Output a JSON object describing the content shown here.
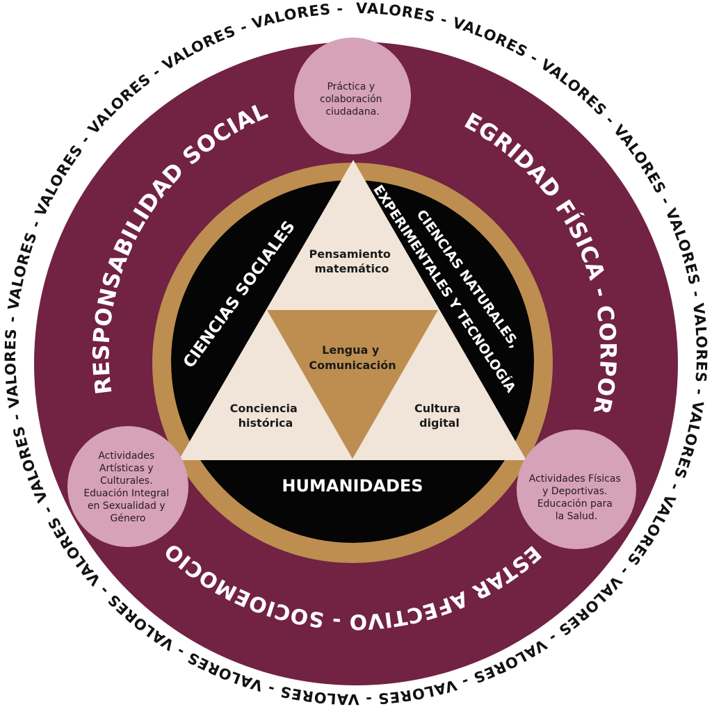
{
  "outer_ring": {
    "text": "VALORES - VALORES - VALORES - VALORES - VALORES - VALORES - VALORES - VALORES - VALORES - VALORES - VALORES - VALORES - VALORES - VALORES - VALORES - VALORES - VALORES - VALORES - VALORES - VALORES - VALORES - VALORES -"
  },
  "band_labels": {
    "left": "RESPONSABILIDAD SOCIAL",
    "right": "INTEGRIDAD FÍSICA - CORPORAL",
    "bottom": "BIENESTAR AFECTIVO - SOCIOEMOCIONAL"
  },
  "bubbles": {
    "top": [
      "Práctica y",
      "colaboración",
      "ciudadana."
    ],
    "left": [
      "Actividades",
      "Artísticas y",
      "Culturales.",
      "Eduación Integral",
      "en Sexualidad y",
      "Género"
    ],
    "right": [
      "Actividades Físicas",
      "y Deportivas.",
      "Educación para",
      "la Salud."
    ]
  },
  "segments": {
    "left": "CIENCIAS SOCIALES",
    "right_line1": "CIENCIAS NATURALES,",
    "right_line2": "EXPERIMENTALES Y TECNOLOGÍA",
    "bottom": "HUMANIDADES"
  },
  "triangles": {
    "top": [
      "Pensamiento",
      "matemático"
    ],
    "center": [
      "Lengua y",
      "Comunicación"
    ],
    "left": [
      "Conciencia",
      "histórica"
    ],
    "right": [
      "Cultura",
      "digital"
    ]
  },
  "colors": {
    "maroon": "#722242",
    "gold": "#bd8e50",
    "black": "#050505",
    "cream": "#f0e5d8",
    "pink": "#d6a2b8",
    "white": "#ffffff"
  }
}
